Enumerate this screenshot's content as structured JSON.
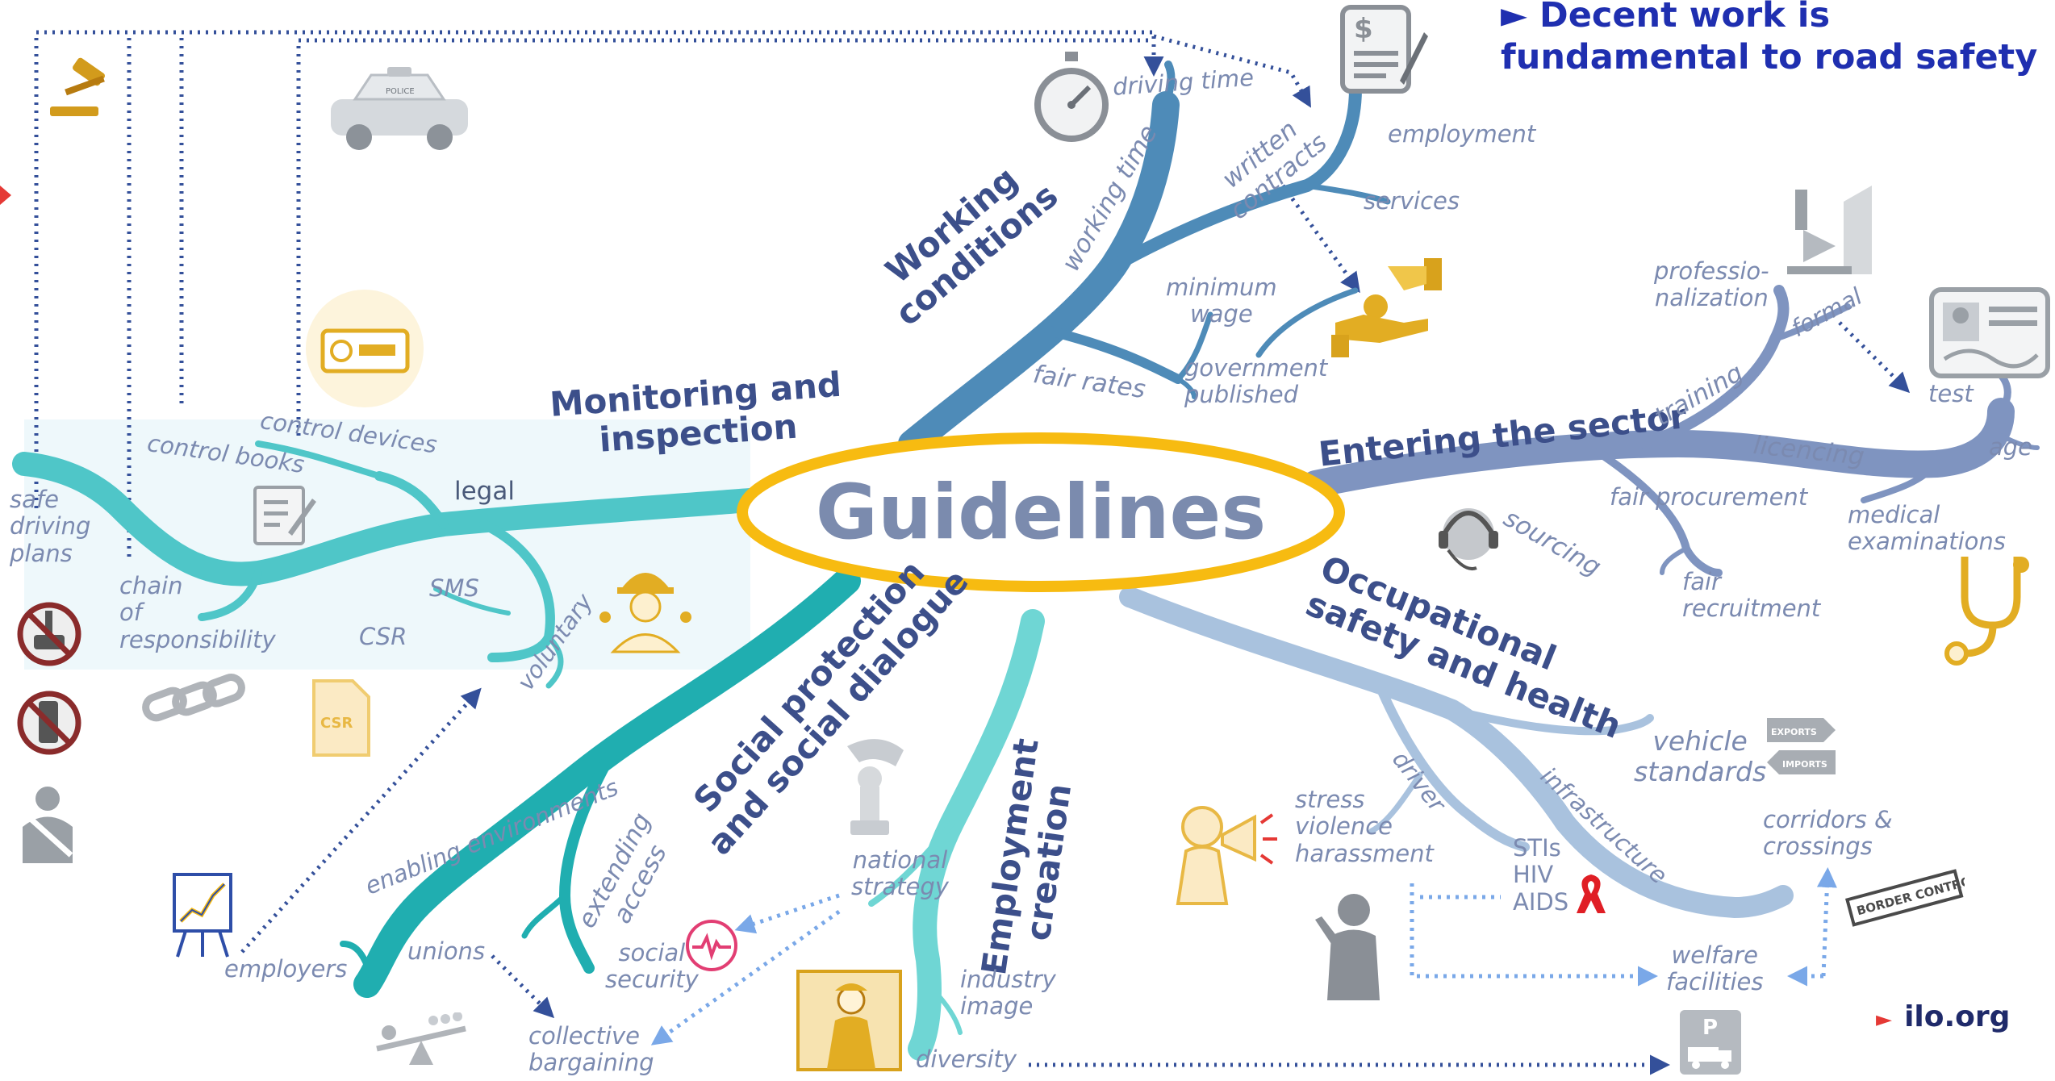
{
  "headline": {
    "line1": "► Decent work is",
    "line2": "fundamental to road safety"
  },
  "center": "Guidelines",
  "branches": {
    "working_conditions": {
      "l1": "Working",
      "l2": "conditions"
    },
    "monitoring": {
      "l1": "Monitoring and",
      "l2": "inspection"
    },
    "entering": "Entering the sector",
    "osh": {
      "l1": "Occupational",
      "l2": "safety and health"
    },
    "social": {
      "l1": "Social protection",
      "l2": "and social dialogue"
    },
    "employment": {
      "l1": "Employment",
      "l2": "creation"
    }
  },
  "labels": {
    "driving_time": "driving time",
    "working_time": "working time",
    "written": "written",
    "contracts": "contracts",
    "employment": "employment",
    "services": "services",
    "minimum": "minimum",
    "wage": "wage",
    "fair_rates": "fair rates",
    "government": "government",
    "published": "published",
    "control_devices": "control devices",
    "control_books": "control books",
    "legal": "legal",
    "safe": "safe",
    "driving": "driving",
    "plans": "plans",
    "chain": "chain",
    "of": "of",
    "responsibility": "responsibility",
    "sms": "SMS",
    "csr": "CSR",
    "voluntary": "voluntary",
    "professio": "professio-",
    "nalization": "nalization",
    "formal": "formal",
    "training": "training",
    "test": "test",
    "licencing": "licencing",
    "age": "age",
    "fair_procurement": "fair procurement",
    "sourcing": "sourcing",
    "fair": "fair",
    "recruitment": "recruitment",
    "medical": "medical",
    "examinations": "examinations",
    "vehicle": "vehicle",
    "standards": "standards",
    "driver": "driver",
    "infrastructure": "infrastructure",
    "stress": "stress",
    "violence": "violence",
    "harassment": "harassment",
    "stis": "STIs",
    "hiv": "HIV",
    "aids": "AIDS",
    "corridors": "corridors &",
    "crossings": "crossings",
    "welfare": "welfare",
    "facilities": "facilities",
    "enabling": "enabling environments",
    "extending": "extending",
    "access": "access",
    "employers": "employers",
    "unions": "unions",
    "social_security_1": "social",
    "social_security_2": "security",
    "collective": "collective",
    "bargaining": "bargaining",
    "national": "national",
    "strategy": "strategy",
    "industry": "industry",
    "image": "image",
    "diversity": "diversity"
  },
  "icon_text": {
    "police": "POLICE",
    "csr_doc": "CSR",
    "exports": "EXPORTS",
    "imports": "IMPORTS",
    "border": "BORDER CONTROL",
    "parking": "P"
  },
  "footer": {
    "arrow": "►",
    "site": "ilo.org"
  },
  "colors": {
    "working": "#4e8bb8",
    "monitoring": "#4fc6c8",
    "entering": "#7f94c0",
    "osh": "#a9c2de",
    "social": "#20aeb0",
    "employment": "#6fd6d4",
    "ellipse": "#f7bb11",
    "center_text": "#7b8bae",
    "headline": "#1f2fb0",
    "dotted": "#34509a",
    "dotted_light": "#7aa8e8"
  },
  "icons": [
    "gavel-icon",
    "police-car-icon",
    "stopwatch-icon",
    "contract-icon",
    "money-hand-icon",
    "tachograph-icon",
    "notebook-icon",
    "engineer-icon",
    "broken-chain-icon",
    "csr-document-icon",
    "no-alcohol-icon",
    "no-phone-icon",
    "seatbelt-icon",
    "gearshift-icon",
    "id-card-icon",
    "headset-icon",
    "stethoscope-icon",
    "export-import-icon",
    "border-control-icon",
    "megaphone-icon",
    "ribbon-icon",
    "silhouette-icon",
    "chess-hand-icon",
    "heartbeat-icon",
    "presentation-chart-icon",
    "seesaw-icon",
    "road-worker-icon",
    "parking-truck-icon"
  ]
}
